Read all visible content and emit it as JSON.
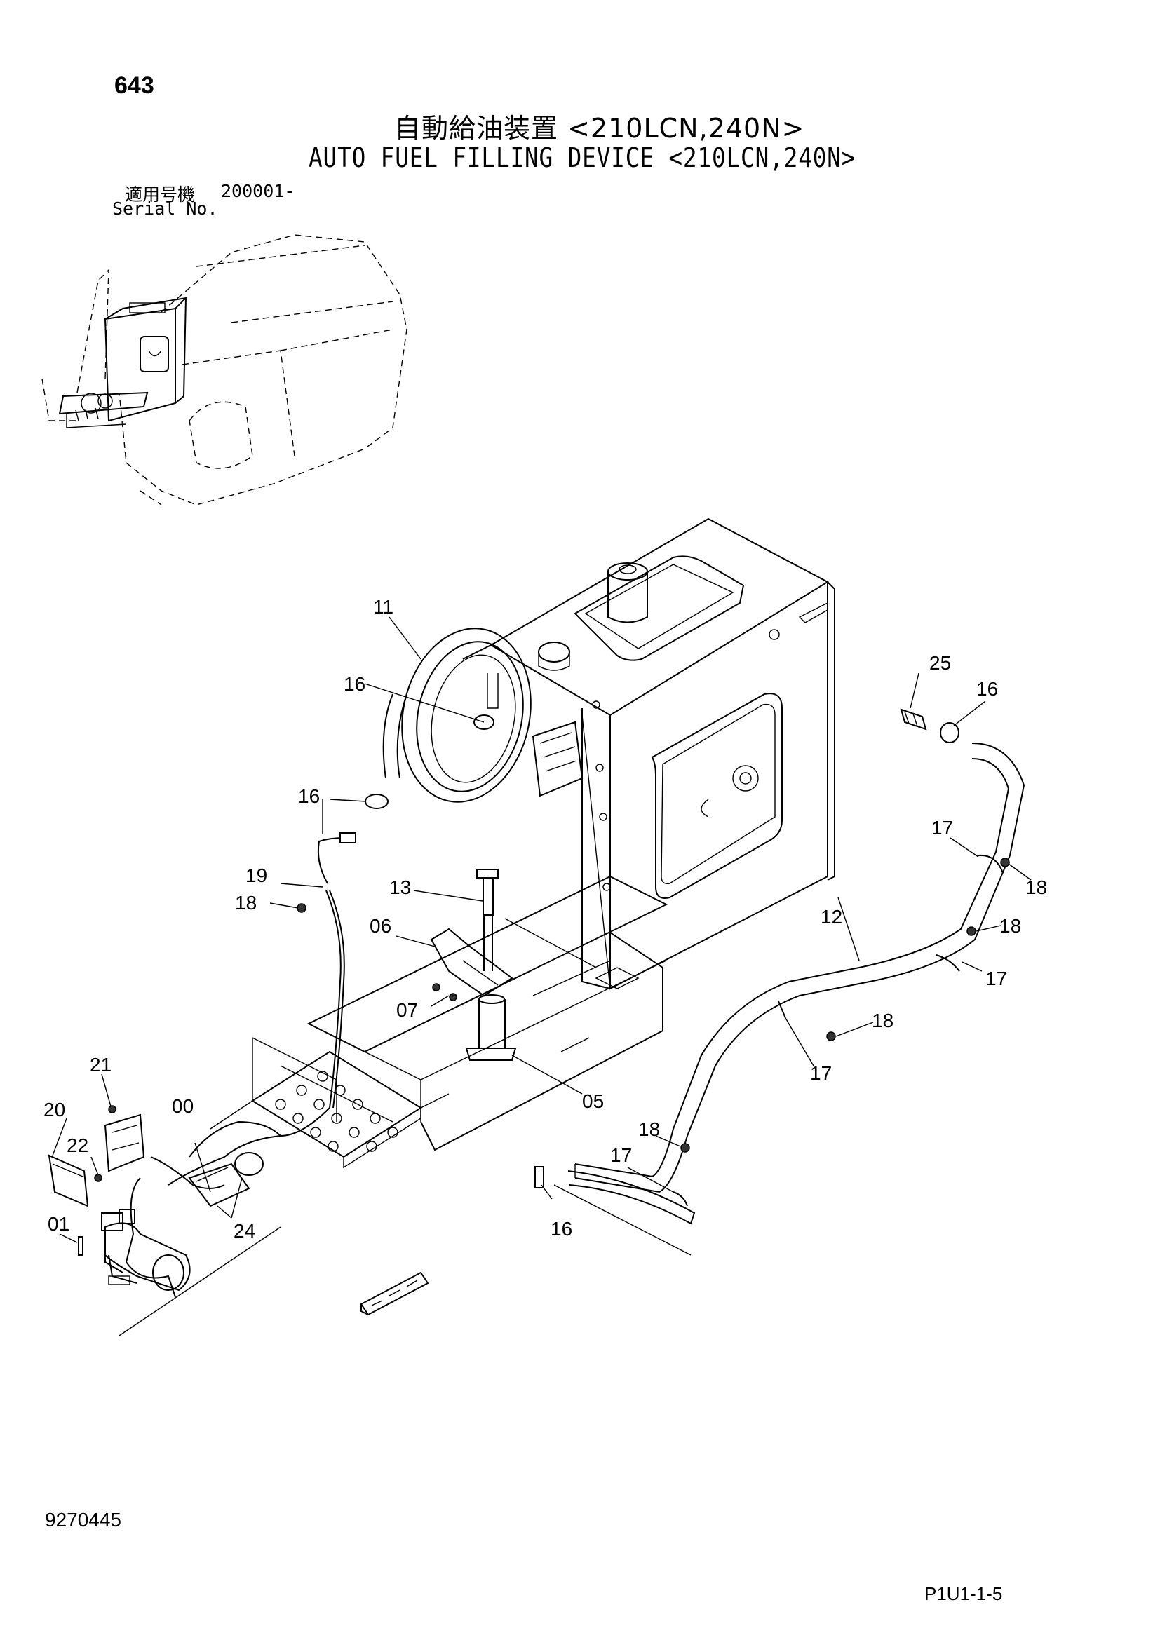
{
  "header": {
    "page_number": "643",
    "title_jp": "自動給油装置 <210LCN,240N>",
    "title_en": "AUTO FUEL FILLING DEVICE <210LCN,240N>",
    "serial_label_jp": "適用号機",
    "serial_value": "200001-",
    "serial_label_en": "Serial No."
  },
  "callouts": {
    "c00": "00",
    "c01": "01",
    "c05": "05",
    "c06": "06",
    "c07": "07",
    "c11": "11",
    "c12": "12",
    "c13": "13",
    "c16a": "16",
    "c16b": "16",
    "c16c": "16",
    "c16d": "16",
    "c17a": "17",
    "c17b": "17",
    "c17c": "17",
    "c17d": "17",
    "c18a": "18",
    "c18b": "18",
    "c18c": "18",
    "c18d": "18",
    "c18e": "18",
    "c19": "19",
    "c20": "20",
    "c21": "21",
    "c22": "22",
    "c24": "24",
    "c25": "25"
  },
  "footer": {
    "doc_number": "9270445",
    "page_code": "P1U1-1-5"
  }
}
